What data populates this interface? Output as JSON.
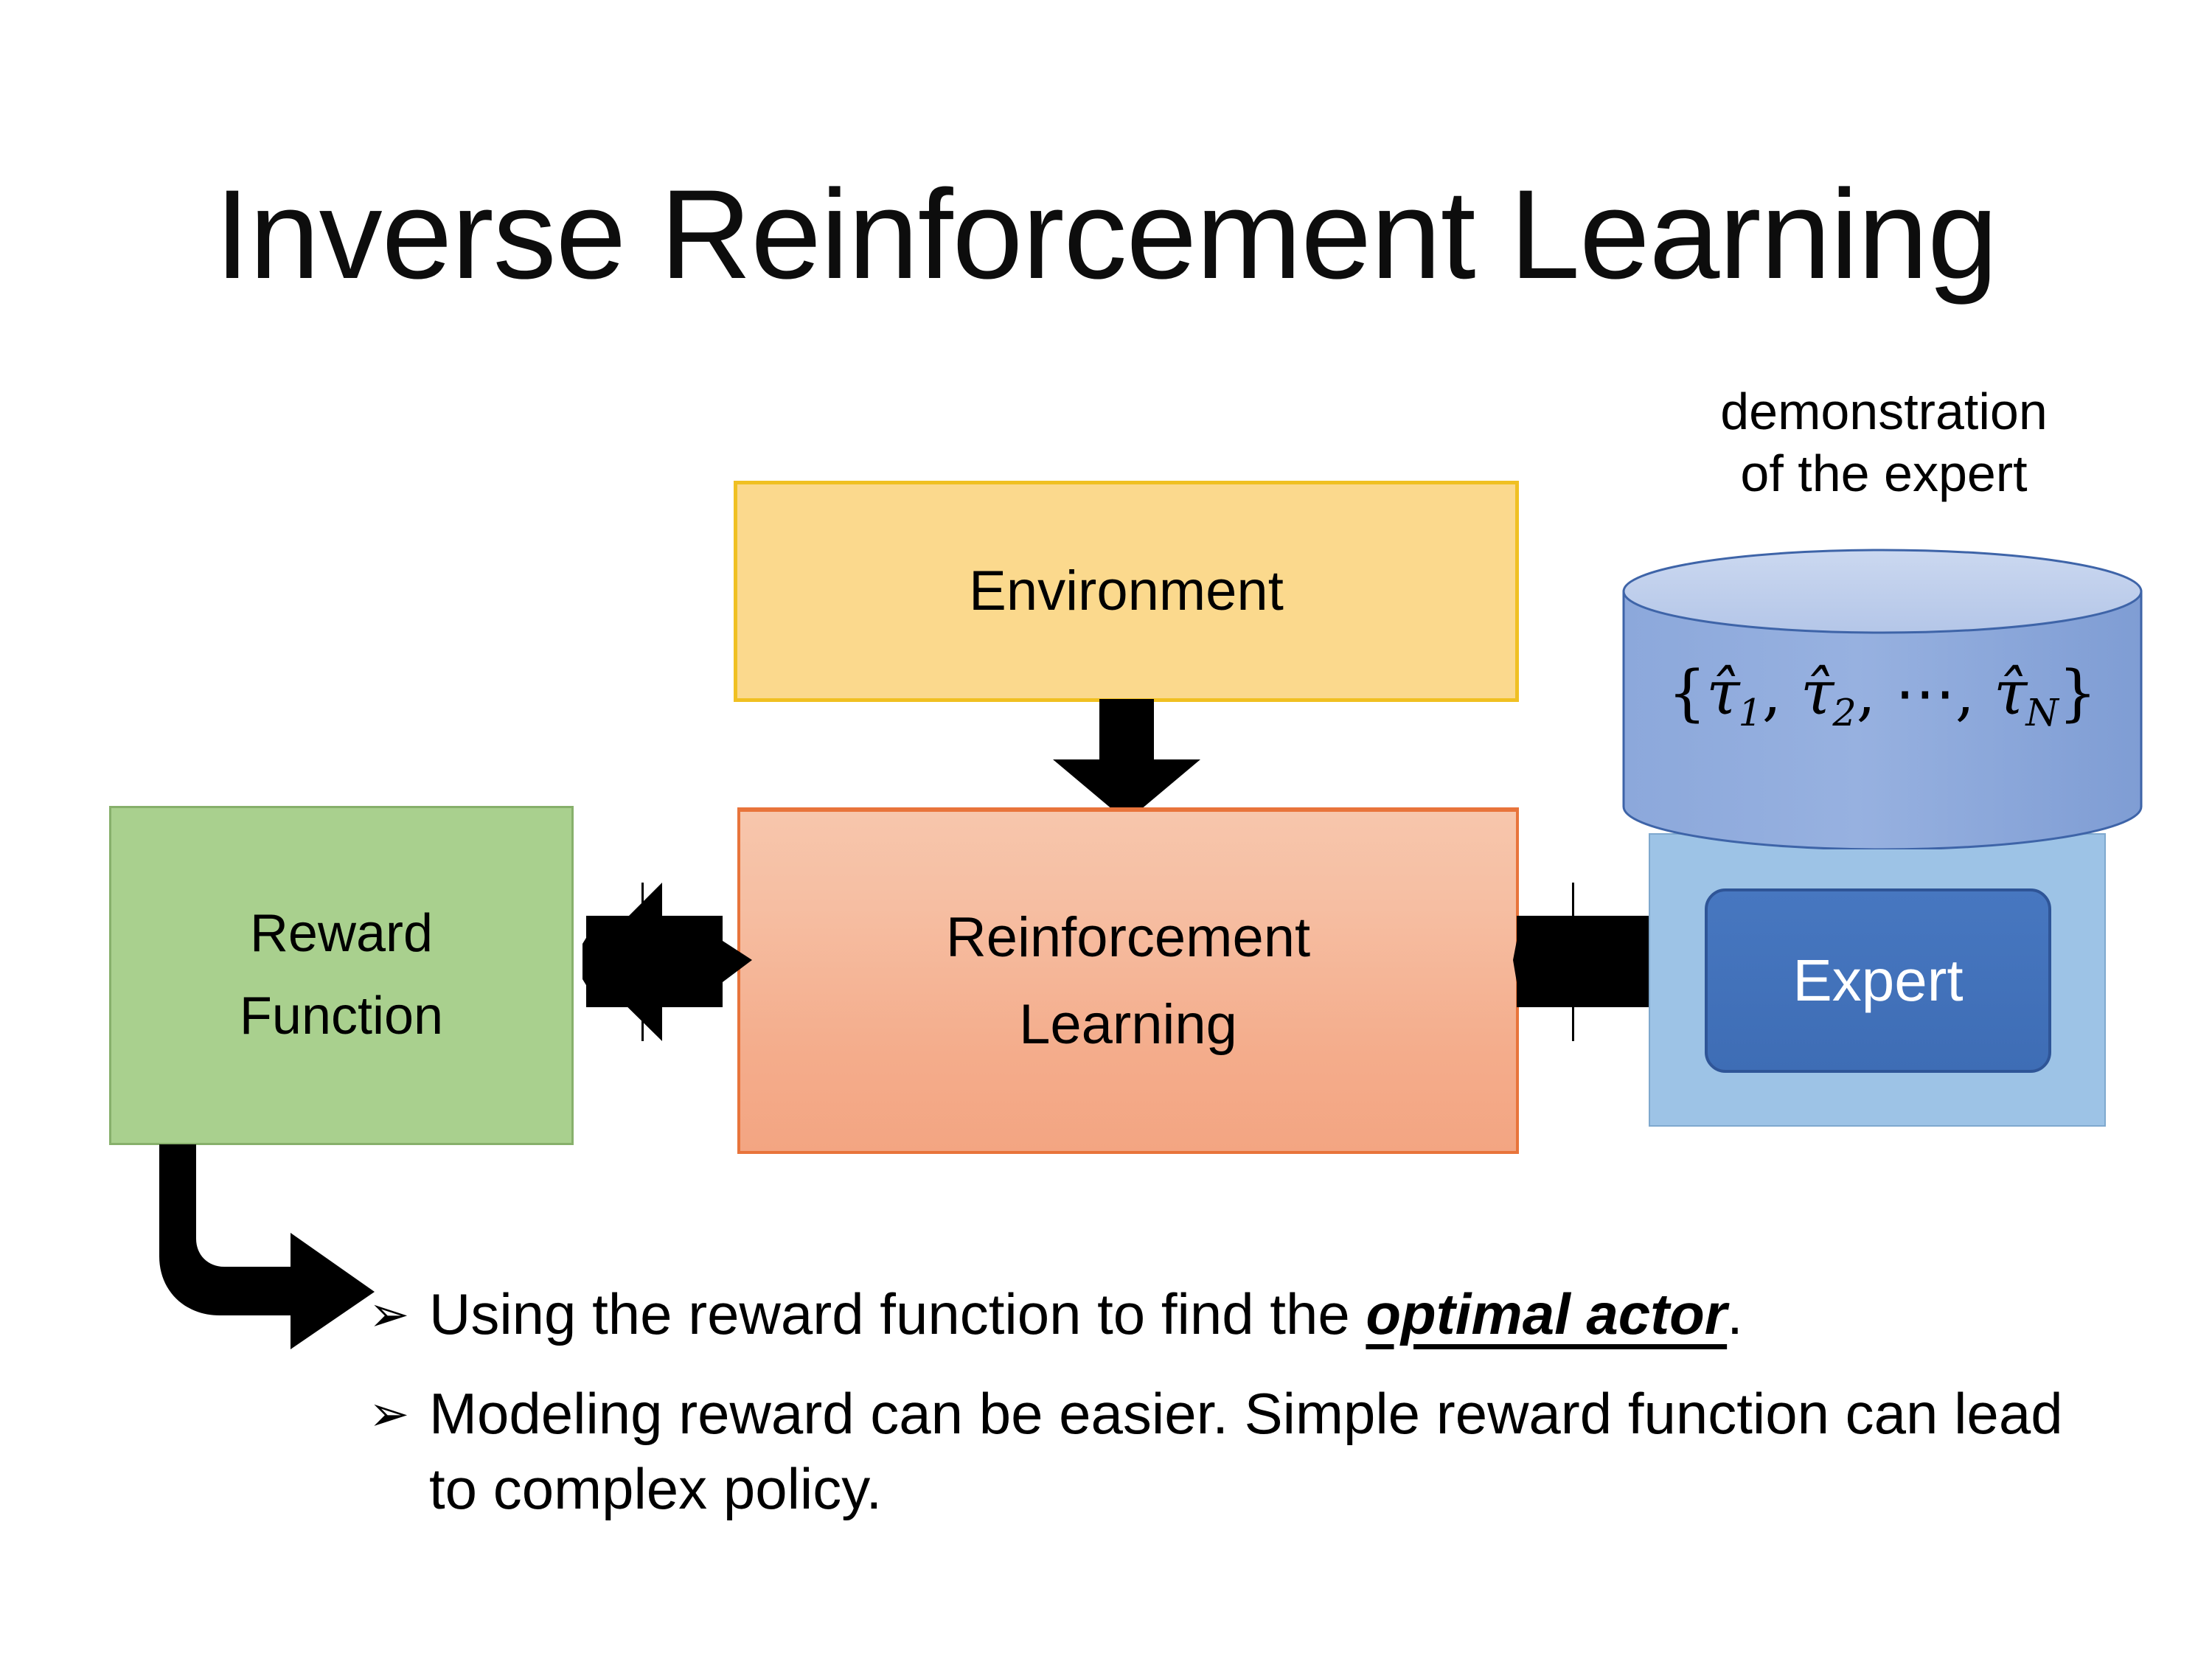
{
  "slide": {
    "title": "Inverse Reinforcement Learning"
  },
  "diagram": {
    "environment": {
      "label": "Environment",
      "fill": "#FBD98D",
      "border": "#F0C022"
    },
    "reinforcement_learning": {
      "label": "Reinforcement\nLearning",
      "line1": "Reinforcement",
      "line2": "Learning",
      "fill_top": "#F7C6AC",
      "fill_bottom": "#F3A582",
      "border": "#E8743B"
    },
    "reward_function": {
      "label": "Reward\nFunction",
      "line1": "Reward",
      "line2": "Function",
      "fill": "#A9D08E",
      "border": "#87B06B"
    },
    "demonstration": {
      "caption_line1": "demonstration",
      "caption_line2": "of the expert",
      "formula": "{τ̂1, τ̂2, ⋯, τ̂N}",
      "formula_parts": {
        "open_brace": "{",
        "tau1": "τ̂",
        "sub1": "1",
        "sep1": ", ",
        "tau2": "τ̂",
        "sub2": "2",
        "sep2": ", ⋯, ",
        "tauN": "τ̂",
        "subN": "N",
        "close_brace": "}"
      },
      "cylinder_fill": "#8FAADC",
      "cylinder_top_fill": "#C5D4EE",
      "cylinder_border": "#3E64A8"
    },
    "expert": {
      "label": "Expert",
      "fill": "#4777C0",
      "border": "#2F5597",
      "text_color": "#FFFFFF",
      "panel_fill": "#9DC3E6"
    },
    "arrows": {
      "env_to_rl": "down-arrow",
      "reward_rl": "quad-arrow",
      "rl_expert": "quad-arrow",
      "reward_to_bullets": "bent-arrow"
    }
  },
  "bullets": [
    {
      "marker": "➢",
      "prefix": "Using the reward function to find the ",
      "emphasis": "optimal actor",
      "suffix": "."
    },
    {
      "marker": "➢",
      "prefix": "Modeling reward can be easier. Simple reward function can lead to complex policy.",
      "emphasis": "",
      "suffix": ""
    }
  ]
}
